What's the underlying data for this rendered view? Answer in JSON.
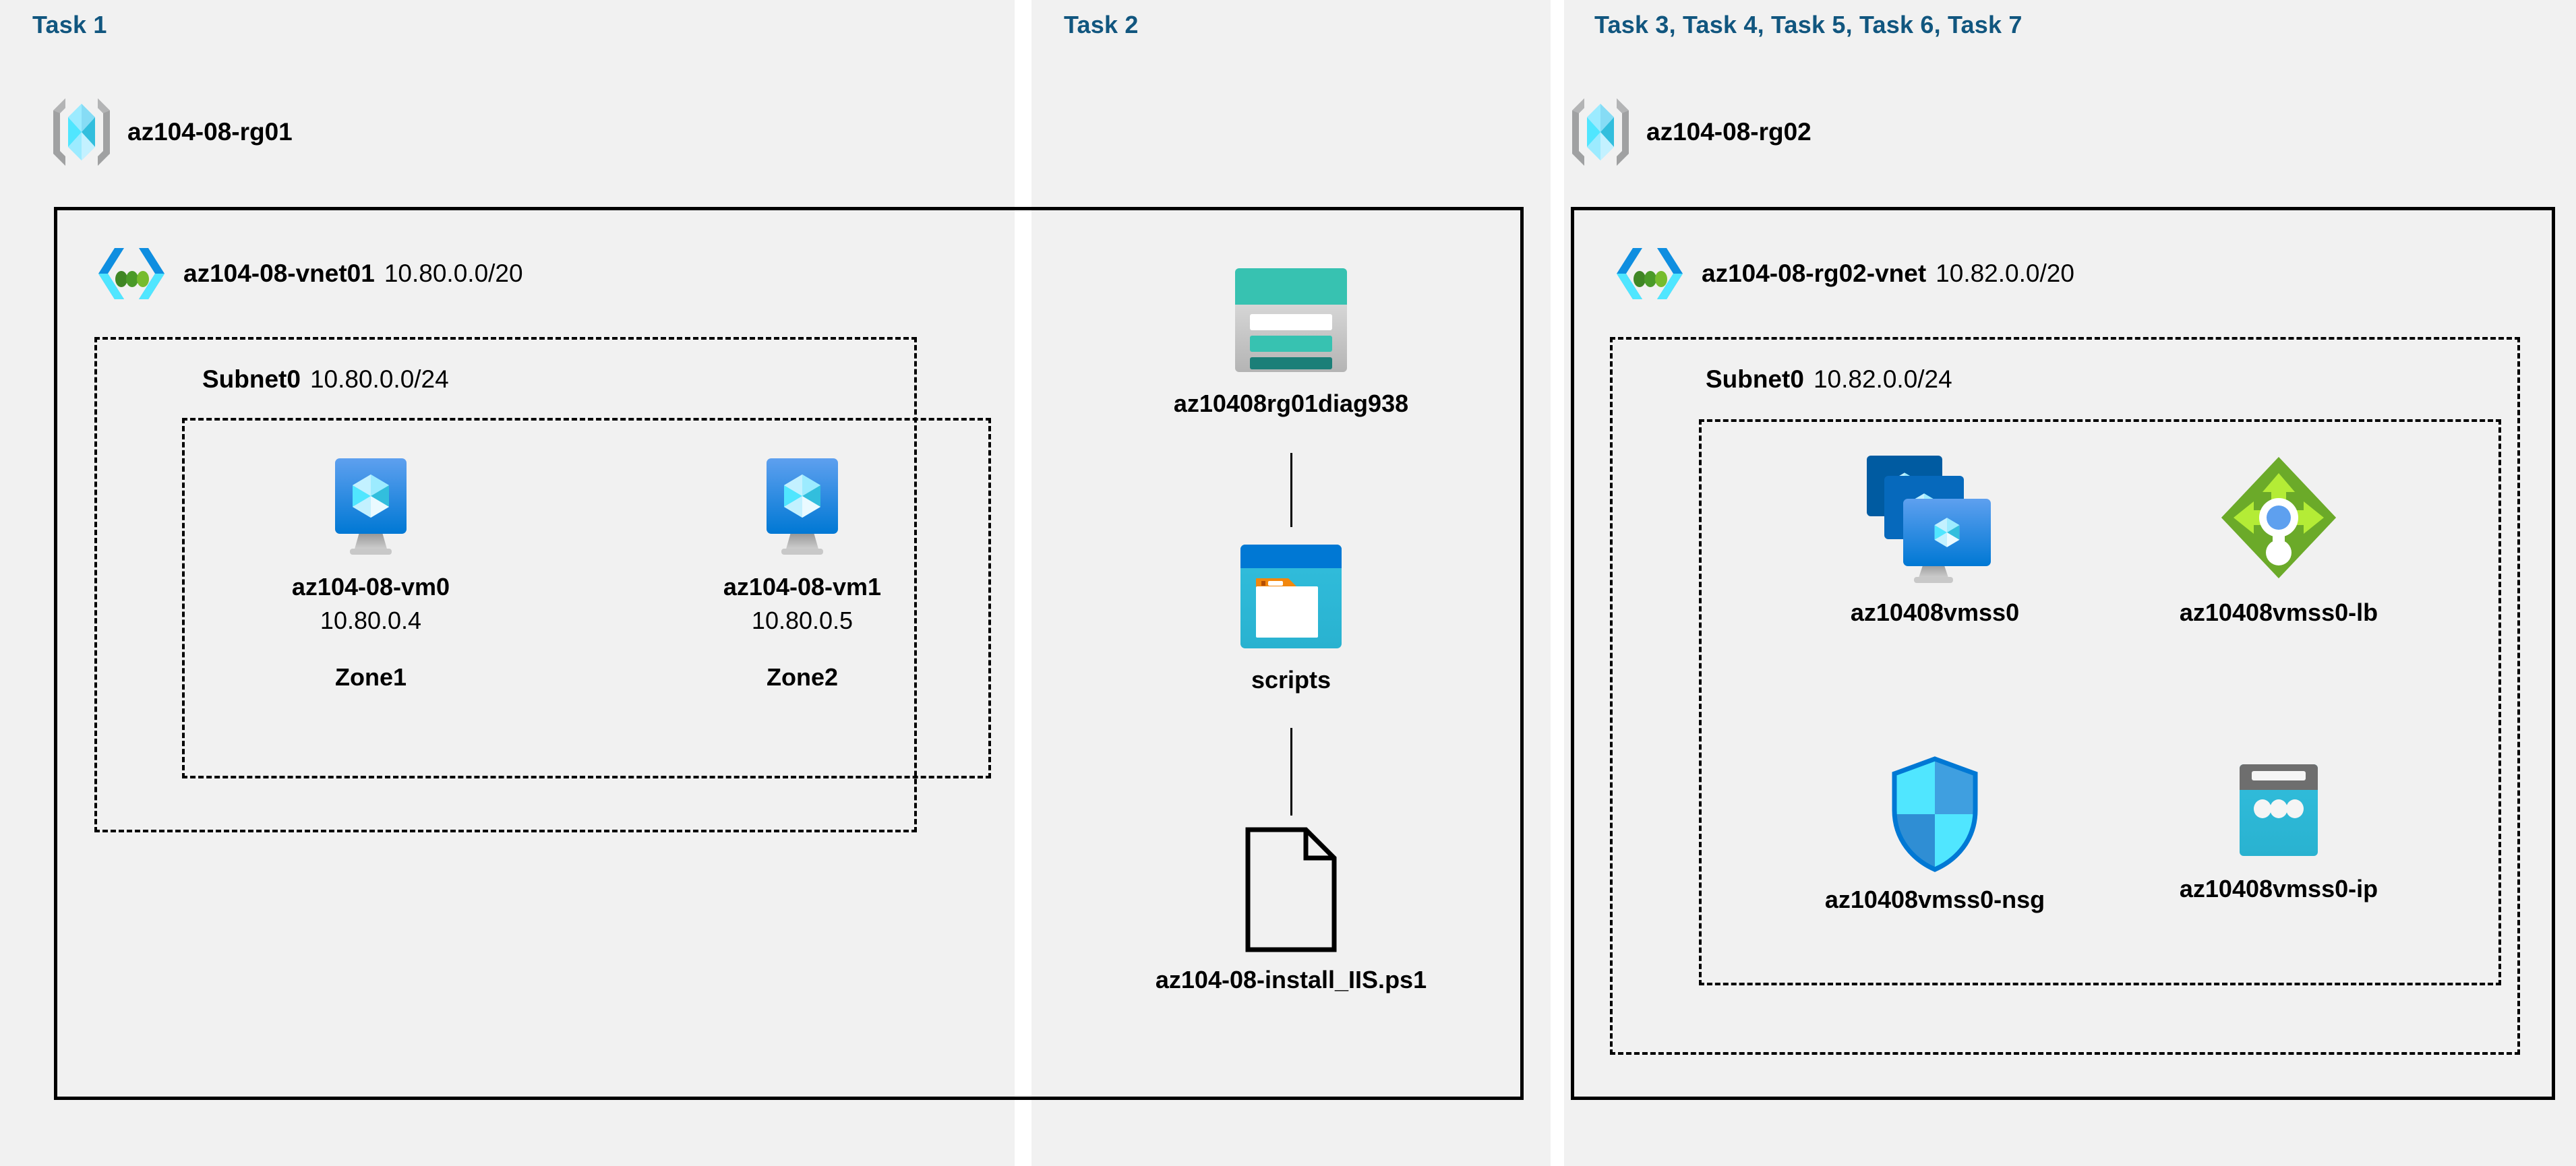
{
  "columns": [
    {
      "id": "col1",
      "task_label": "Task 1"
    },
    {
      "id": "col2",
      "task_label": "Task 2"
    },
    {
      "id": "col3",
      "task_label": "Task 3, Task 4, Task 5, Task 6, Task 7"
    }
  ],
  "col1": {
    "resource_group": {
      "name": "az104-08-rg01",
      "icon": "resource-group-icon"
    },
    "vnet": {
      "name": "az104-08-vnet01",
      "cidr": "10.80.0.0/20",
      "icon": "virtual-network-icon"
    },
    "subnet": {
      "name": "Subnet0",
      "cidr": "10.80.0.0/24"
    },
    "vms": [
      {
        "name": "az104-08-vm0",
        "ip": "10.80.0.4",
        "zone": "Zone1",
        "icon": "virtual-machine-icon"
      },
      {
        "name": "az104-08-vm1",
        "ip": "10.80.0.5",
        "zone": "Zone2",
        "icon": "virtual-machine-icon"
      }
    ]
  },
  "col2": {
    "storage_account": {
      "name": "az10408rg01diag938",
      "icon": "storage-account-icon"
    },
    "container": {
      "name": "scripts",
      "icon": "blob-container-icon"
    },
    "file": {
      "name": "az104-08-install_IIS.ps1",
      "icon": "file-icon"
    }
  },
  "col3": {
    "resource_group": {
      "name": "az104-08-rg02",
      "icon": "resource-group-icon"
    },
    "vnet": {
      "name": "az104-08-rg02-vnet",
      "cidr": "10.82.0.0/20",
      "icon": "virtual-network-icon"
    },
    "subnet": {
      "name": "Subnet0",
      "cidr": "10.82.0.0/24"
    },
    "resources": [
      {
        "name": "az10408vmss0",
        "icon": "vm-scale-set-icon"
      },
      {
        "name": "az10408vmss0-lb",
        "icon": "load-balancer-icon"
      },
      {
        "name": "az10408vmss0-nsg",
        "icon": "network-security-group-icon"
      },
      {
        "name": "az10408vmss0-ip",
        "icon": "public-ip-address-icon"
      }
    ]
  },
  "colors": {
    "task_label": "#11567f",
    "panel_background": "#f1f1f1",
    "page_background": "#ffffff",
    "border": "#000000",
    "azure_blue": "#0078d4",
    "azure_cyan": "#32bedd",
    "azure_light_cyan": "#9cebff",
    "storage_teal": "#37c2b1",
    "lb_green": "#76bc2d",
    "gray": "#a0a1a2"
  }
}
